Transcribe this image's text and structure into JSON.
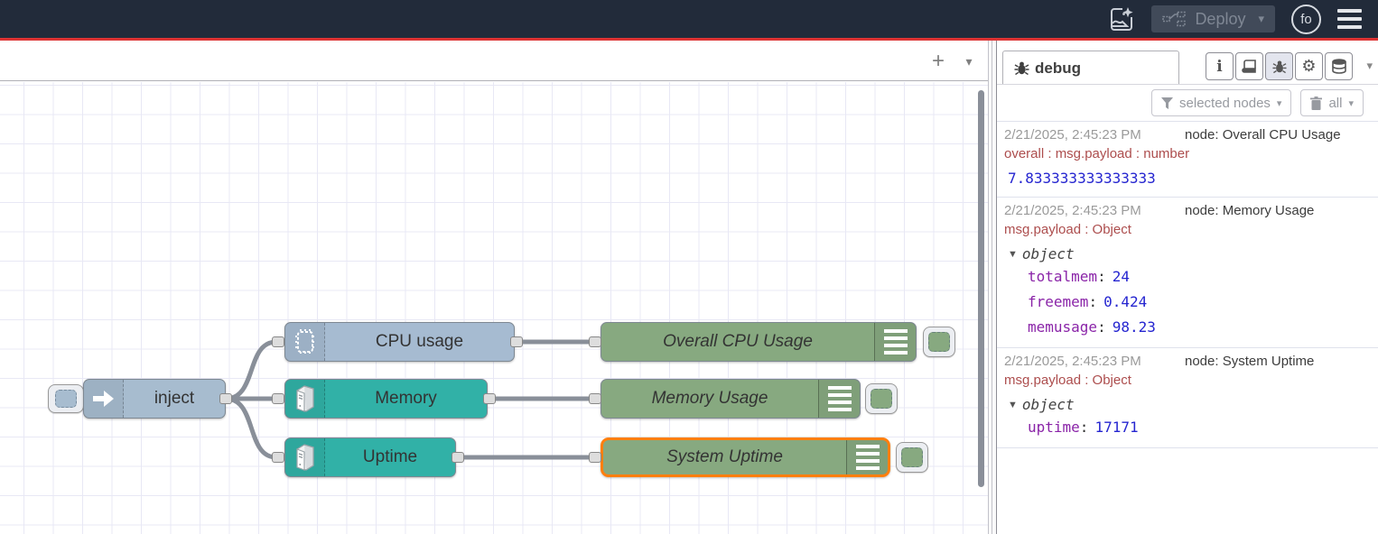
{
  "header": {
    "deploy_label": "Deploy",
    "avatar_label": "fo",
    "accent_color": "#dd3333",
    "bg_color": "#222b3a"
  },
  "canvas": {
    "tabbar": {
      "add_flow_icon": "plus-icon",
      "flow_list_icon": "chevron-down-icon"
    },
    "nodes": [
      {
        "id": "inject",
        "label": "inject",
        "color": "#a7bccf",
        "icon": "inject-arrow-icon"
      },
      {
        "id": "cpu-usage",
        "label": "CPU usage",
        "color": "#a6bbd1",
        "icon": "cpu-chip-icon"
      },
      {
        "id": "memory",
        "label": "Memory",
        "color": "#31b1a7",
        "icon": "server-icon"
      },
      {
        "id": "uptime",
        "label": "Uptime",
        "color": "#31b1a7",
        "icon": "server-icon"
      },
      {
        "id": "overall-cpu",
        "label": "Overall CPU Usage",
        "color": "#87a980",
        "icon": "console-icon",
        "selected": false
      },
      {
        "id": "memory-usage",
        "label": "Memory Usage",
        "color": "#87a980",
        "icon": "console-icon",
        "selected": false
      },
      {
        "id": "system-uptime",
        "label": "System Uptime",
        "color": "#87a980",
        "icon": "console-icon",
        "selected": true,
        "selection_color": "#ff7f0e"
      }
    ]
  },
  "sidebar": {
    "active_tab": "debug",
    "mini_tabs": [
      "info",
      "help",
      "debug",
      "settings",
      "context"
    ],
    "filter_button": "selected nodes",
    "clear_button": "all",
    "messages": [
      {
        "timestamp": "2/21/2025, 2:45:23 PM",
        "source": "node: Overall CPU Usage",
        "meta": "overall : msg.payload : number",
        "value": "7.833333333333333"
      },
      {
        "timestamp": "2/21/2025, 2:45:23 PM",
        "source": "node: Memory Usage",
        "meta": "msg.payload : Object",
        "object_label": "object",
        "properties": [
          {
            "key": "totalmem",
            "colon": ":",
            "value": "24"
          },
          {
            "key": "freemem",
            "colon": ":",
            "value": "0.424"
          },
          {
            "key": "memusage",
            "colon": ":",
            "value": "98.23"
          }
        ]
      },
      {
        "timestamp": "2/21/2025, 2:45:23 PM",
        "source": "node: System Uptime",
        "meta": "msg.payload : Object",
        "object_label": "object",
        "properties": [
          {
            "key": "uptime",
            "colon": ":",
            "value": "17171"
          }
        ]
      }
    ]
  },
  "glyphs": {
    "plus": "+",
    "caret_down": "▾",
    "obj_caret": "▼",
    "gear": "⚙"
  }
}
